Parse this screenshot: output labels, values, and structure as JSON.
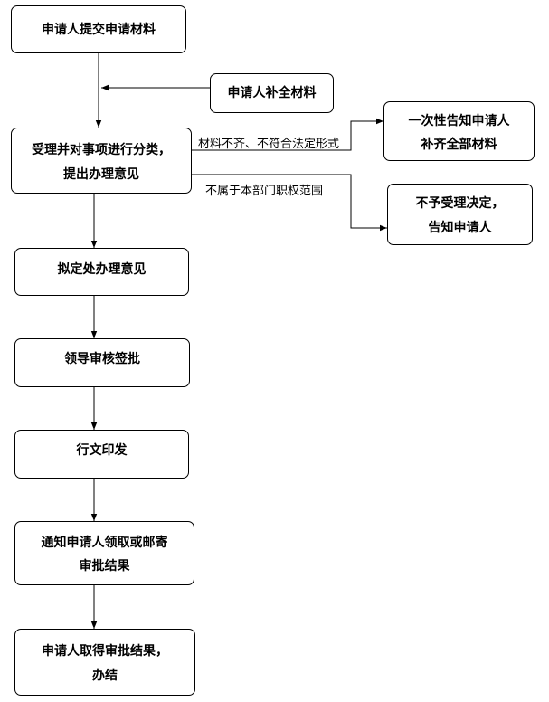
{
  "flow": {
    "submit": "申请人提交申请材料",
    "supplement": "申请人补全材料",
    "classify_line1": "受理并对事项进行分类，",
    "classify_line2": "提出办理意见",
    "notify_line1": "一次性告知申请人",
    "notify_line2": "补齐全部材料",
    "reject_line1": "不予受理决定，",
    "reject_line2": "告知申请人",
    "draft": "拟定处办理意见",
    "approve": "领导审核签批",
    "issue": "行文印发",
    "inform_line1": "通知申请人领取或邮寄",
    "inform_line2": "审批结果",
    "finish_line1": "申请人取得审批结果，",
    "finish_line2": "办结"
  },
  "labels": {
    "incomplete": "材料不齐、不符合法定形式",
    "out_of_scope": "不属于本部门职权范围"
  }
}
